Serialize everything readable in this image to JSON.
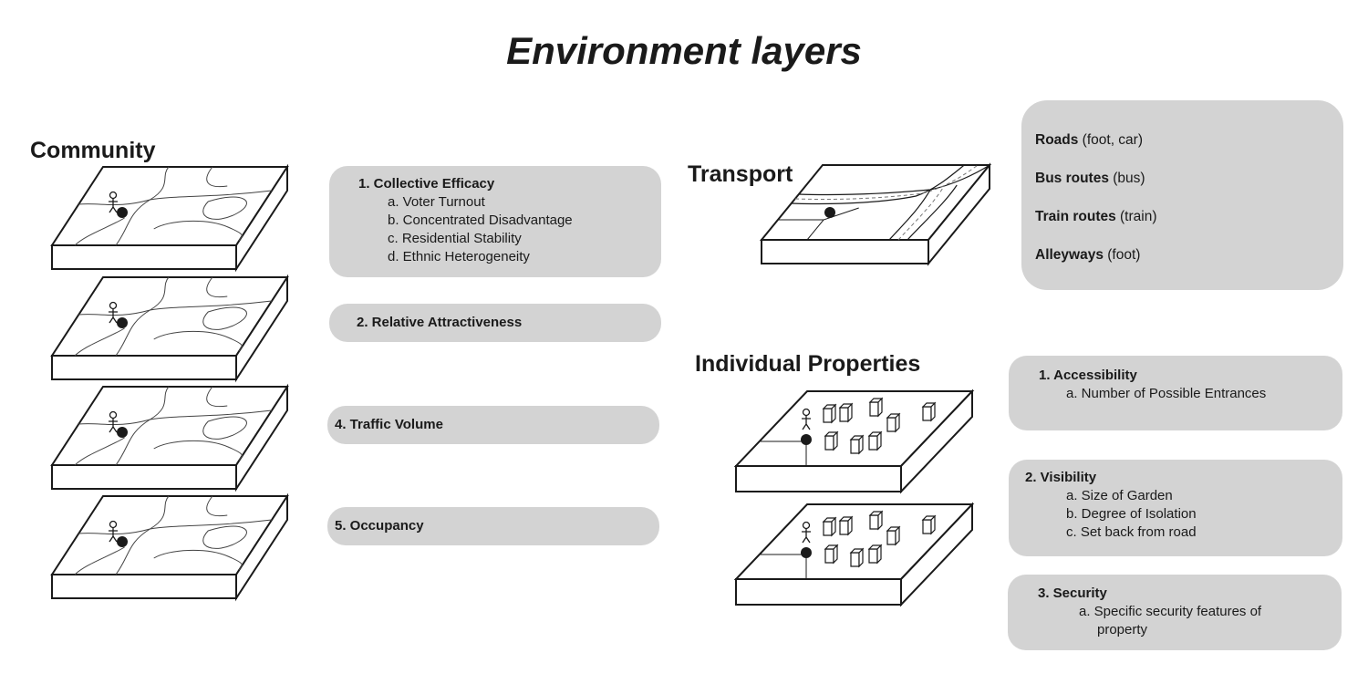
{
  "title": "Environment layers",
  "sections": {
    "community": "Community",
    "transport": "Transport",
    "individual_properties": "Individual Properties"
  },
  "community_boxes": [
    {
      "heading": "1. Collective Efficacy",
      "items": [
        "a. Voter Turnout",
        "b. Concentrated Disadvantage",
        "c. Residential Stability",
        "d. Ethnic Heterogeneity"
      ]
    },
    {
      "heading": "2. Relative Attractiveness",
      "items": []
    },
    {
      "heading": "4. Traffic Volume",
      "items": []
    },
    {
      "heading": "5. Occupancy",
      "items": []
    }
  ],
  "transport_box": [
    {
      "bold": "Roads",
      "rest": " (foot, car)"
    },
    {
      "bold": "Bus routes",
      "rest": " (bus)"
    },
    {
      "bold": "Train routes",
      "rest": " (train)"
    },
    {
      "bold": "Alleyways",
      "rest": " (foot)"
    }
  ],
  "property_boxes": [
    {
      "heading": "1. Accessibility",
      "items": [
        "a. Number of Possible Entrances"
      ]
    },
    {
      "heading": "2. Visibility",
      "items": [
        "a. Size of Garden",
        "b. Degree of Isolation",
        "c. Set back from road"
      ]
    },
    {
      "heading": "3. Security",
      "items": [
        "a. Specific security features of",
        "property"
      ]
    }
  ],
  "colors": {
    "box": "#d3d3d3",
    "line": "#1a1a1a"
  }
}
